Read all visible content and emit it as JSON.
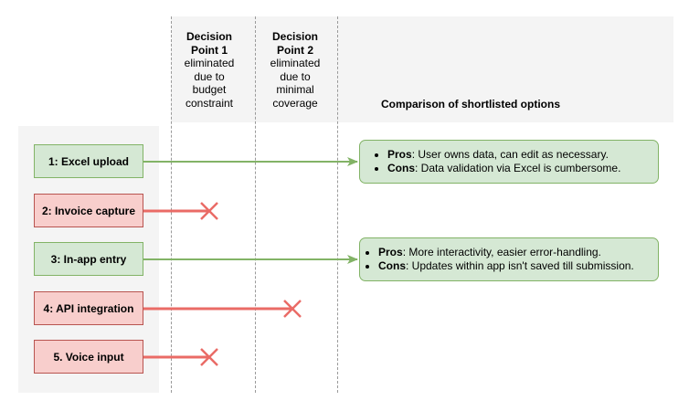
{
  "header": {
    "decision_point_1": {
      "title_line1": "Decision",
      "title_line2": "Point 1",
      "desc_line1": "eliminated",
      "desc_line2": "due to",
      "desc_line3": "budget",
      "desc_line4": "constraint"
    },
    "decision_point_2": {
      "title_line1": "Decision",
      "title_line2": "Point 2",
      "desc_line1": "eliminated",
      "desc_line2": "due to",
      "desc_line3": "minimal",
      "desc_line4": "coverage"
    },
    "comparison_title": "Comparison of shortlisted options"
  },
  "options": [
    {
      "label": "1: Excel upload",
      "status": "shortlisted"
    },
    {
      "label": "2: Invoice capture",
      "status": "eliminated at decision point 1"
    },
    {
      "label": "3: In-app entry",
      "status": "shortlisted"
    },
    {
      "label": "4: API integration",
      "status": "eliminated at decision point 2"
    },
    {
      "label": "5. Voice input",
      "status": "eliminated at decision point 1"
    }
  ],
  "comparisons": [
    {
      "pros_label": "Pros",
      "pros_text": ": User owns data, can edit as necessary.",
      "cons_label": "Cons",
      "cons_text": ": Data validation via Excel is cumbersome."
    },
    {
      "pros_label": "Pros",
      "pros_text": ": More interactivity, easier error-handling.",
      "cons_label": "Cons",
      "cons_text": ": Updates within app isn't saved till submission."
    }
  ],
  "colors": {
    "keep_fill": "#d5e8d4",
    "keep_stroke": "#82b366",
    "drop_fill": "#f8cecc",
    "drop_stroke": "#b85450",
    "drop_line": "#ea6b66",
    "panel": "#f4f4f4"
  }
}
